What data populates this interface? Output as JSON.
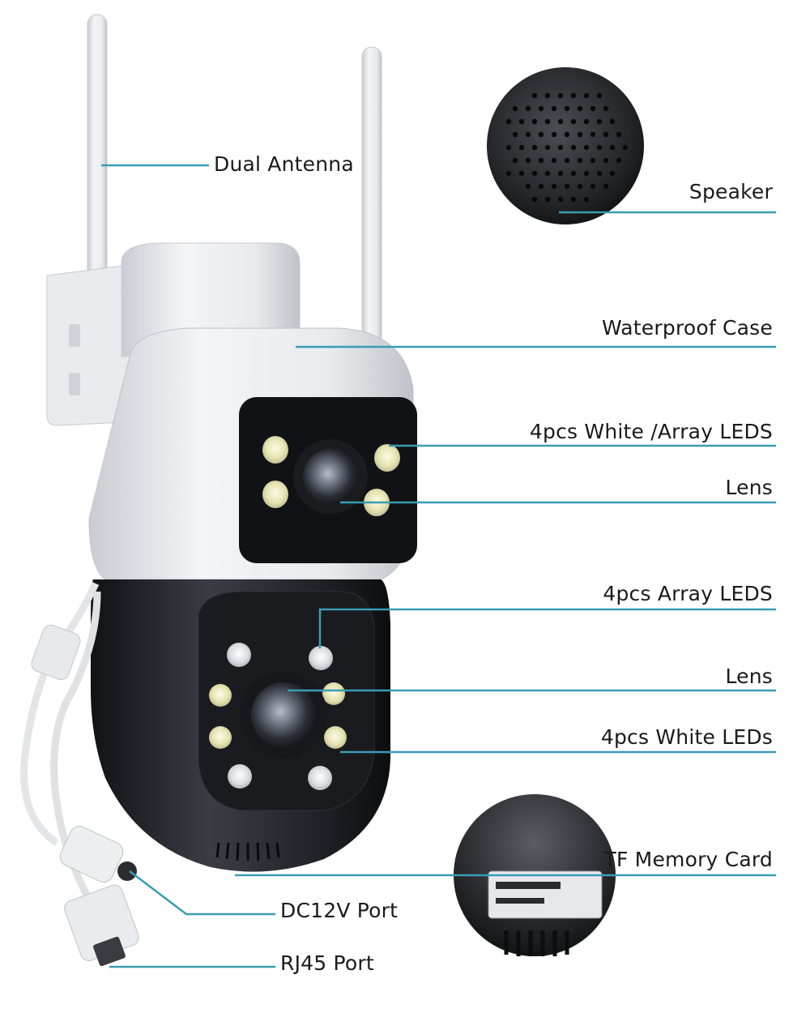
{
  "accent_color": "#3a9cb4",
  "labels": {
    "dual_antenna": "Dual Antenna",
    "speaker": "Speaker",
    "waterproof_case": "Waterproof Case",
    "white_array_leds": "4pcs White /Array LEDS",
    "lens_top": "Lens",
    "array_leds": "4pcs Array LEDS",
    "lens_bottom": "Lens",
    "white_leds": "4pcs White LEDs",
    "tf_card": "TF Memory Card",
    "dc_port": "DC12V Port",
    "rj45_port": "RJ45 Port"
  }
}
